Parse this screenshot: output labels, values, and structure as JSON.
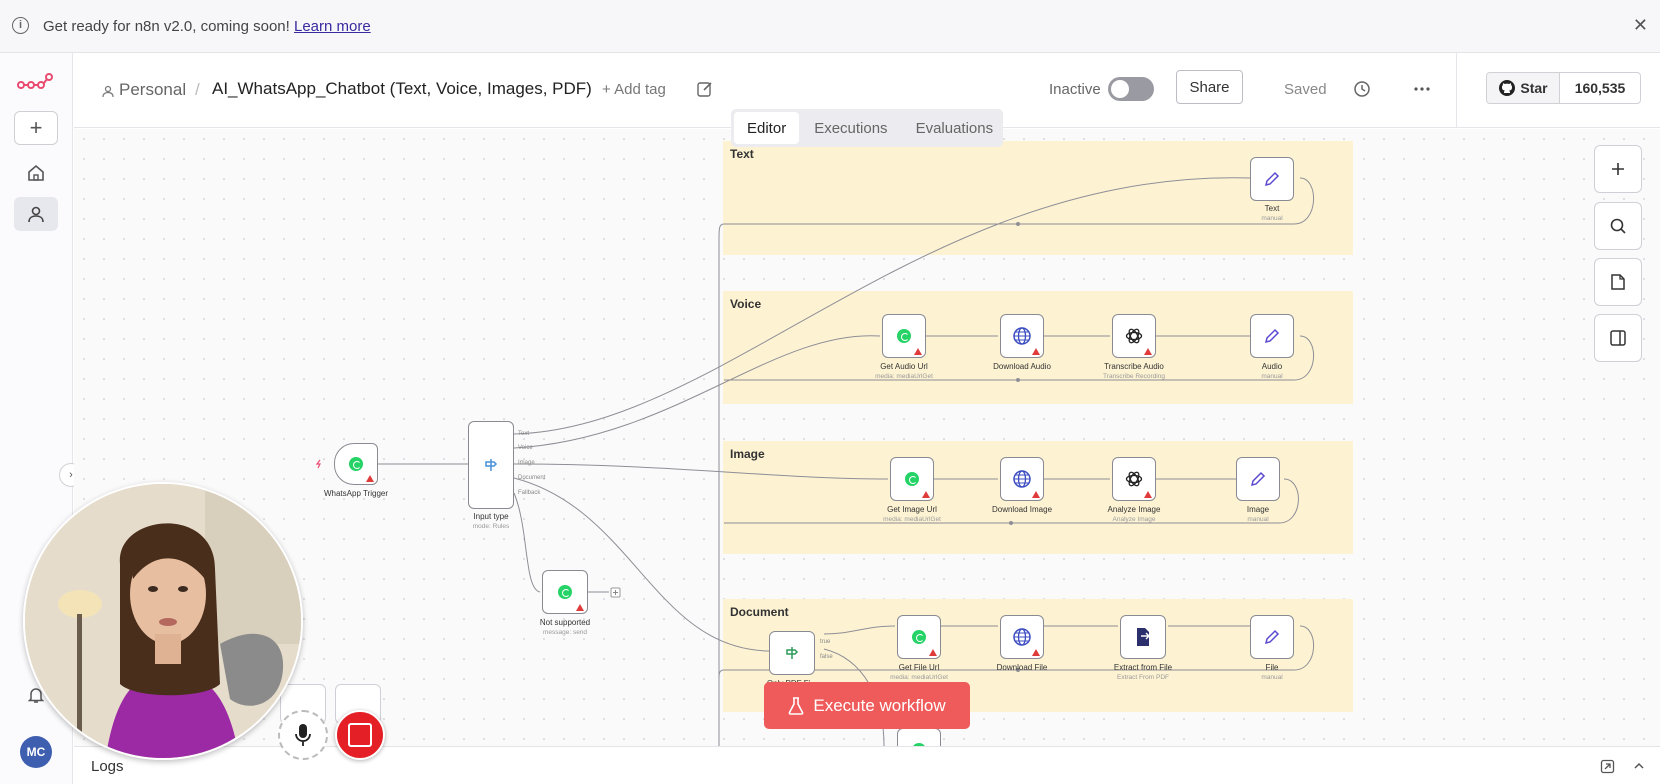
{
  "banner": {
    "message": "Get ready for n8n v2.0, coming soon!",
    "link": "Learn more"
  },
  "header": {
    "project": "Personal",
    "separator": "/",
    "workflow_title": "AI_WhatsApp_Chatbot (Text, Voice, Images, PDF)",
    "add_tag": "+ Add tag",
    "status_label": "Inactive",
    "share_label": "Share",
    "saved_label": "Saved",
    "github_star": "Star",
    "github_count": "160,535"
  },
  "tabs": [
    "Editor",
    "Executions",
    "Evaluations"
  ],
  "groups": [
    {
      "label": "Text"
    },
    {
      "label": "Voice"
    },
    {
      "label": "Image"
    },
    {
      "label": "Document"
    }
  ],
  "nodes": {
    "trigger": {
      "label": "WhatsApp Trigger"
    },
    "switch": {
      "label": "Input type",
      "sub": "mode: Rules",
      "ports": [
        "Text",
        "Voice",
        "Image",
        "Document",
        "Fallback"
      ]
    },
    "not_supported": {
      "label": "Not supported",
      "sub": "message: send"
    },
    "text": {
      "label": "Text",
      "sub": "manual"
    },
    "get_audio": {
      "label": "Get Audio Url",
      "sub": "media: mediaUrlGet"
    },
    "download_audio": {
      "label": "Download Audio"
    },
    "transcribe": {
      "label": "Transcribe Audio",
      "sub": "Transcribe Recording"
    },
    "audio": {
      "label": "Audio",
      "sub": "manual"
    },
    "get_image": {
      "label": "Get Image Url",
      "sub": "media: mediaUrlGet"
    },
    "download_image": {
      "label": "Download Image"
    },
    "analyze": {
      "label": "Analyze Image",
      "sub": "Analyze Image"
    },
    "image": {
      "label": "Image",
      "sub": "manual"
    },
    "only_pdf": {
      "label": "Only PDF Fi...",
      "ports": [
        "true",
        "false"
      ]
    },
    "get_file": {
      "label": "Get File Url",
      "sub": "media: mediaUrlGet"
    },
    "download_file": {
      "label": "Download File"
    },
    "extract": {
      "label": "Extract from File",
      "sub": "Extract From PDF"
    },
    "file": {
      "label": "File",
      "sub": "manual"
    }
  },
  "execute_label": "Execute workflow",
  "logs_label": "Logs",
  "user_initials": "MC",
  "colors": {
    "accent": "#ef5a5a",
    "brand": "#ea4b71",
    "group_bg": "#fdf3d3",
    "whatsapp": "#25d366"
  }
}
